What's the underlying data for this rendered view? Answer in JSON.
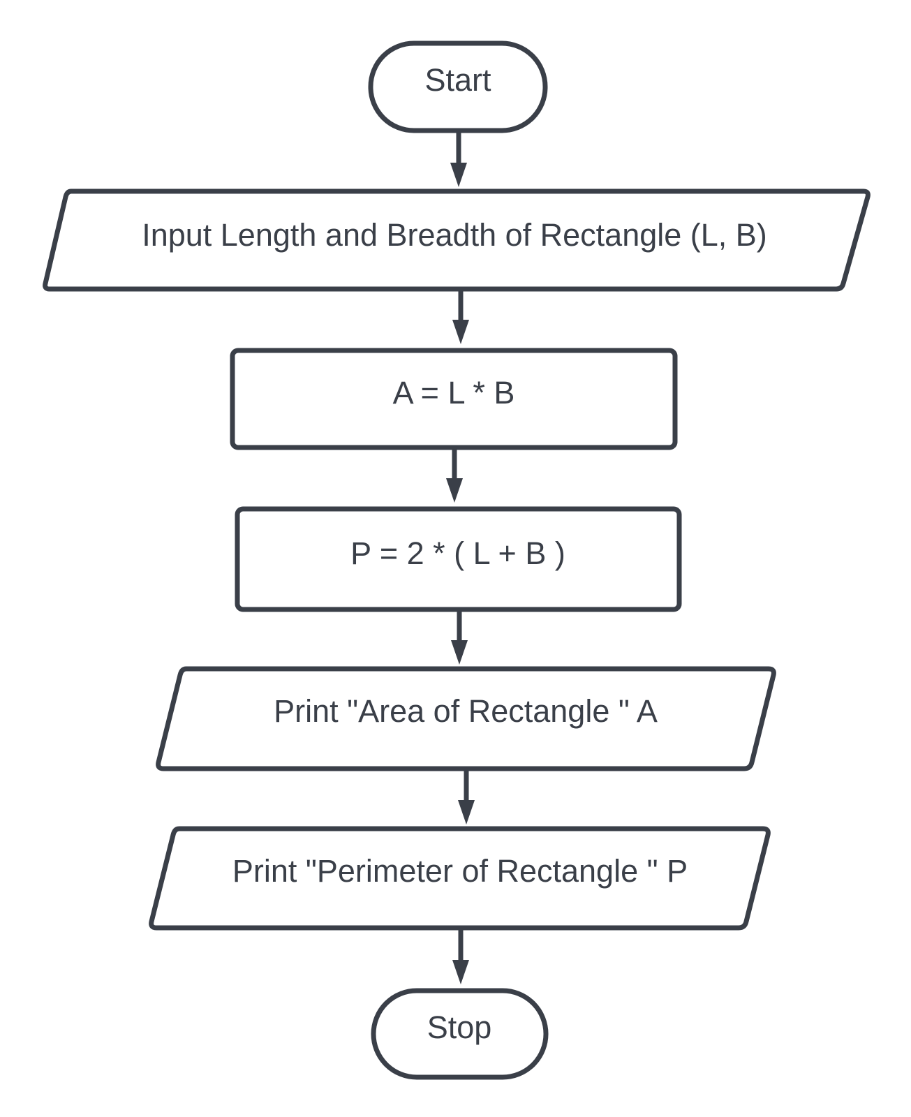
{
  "diagram": {
    "type": "flowchart",
    "colors": {
      "stroke": "#3a3f48",
      "text": "#3a3f48",
      "fill": "#ffffff",
      "background": "#ffffff"
    },
    "nodes": [
      {
        "id": "start",
        "shape": "terminator",
        "label": "Start"
      },
      {
        "id": "input",
        "shape": "parallelogram",
        "label": "Input Length and Breadth of Rectangle (L, B)"
      },
      {
        "id": "area",
        "shape": "process",
        "label": "A = L * B"
      },
      {
        "id": "perimeter",
        "shape": "process",
        "label": "P = 2 * ( L + B )"
      },
      {
        "id": "print-area",
        "shape": "parallelogram",
        "label": "Print \"Area of Rectangle \" A"
      },
      {
        "id": "print-perimeter",
        "shape": "parallelogram",
        "label": "Print \"Perimeter of Rectangle \" P"
      },
      {
        "id": "stop",
        "shape": "terminator",
        "label": "Stop"
      }
    ],
    "edges": [
      {
        "from": "start",
        "to": "input"
      },
      {
        "from": "input",
        "to": "area"
      },
      {
        "from": "area",
        "to": "perimeter"
      },
      {
        "from": "perimeter",
        "to": "print-area"
      },
      {
        "from": "print-area",
        "to": "print-perimeter"
      },
      {
        "from": "print-perimeter",
        "to": "stop"
      }
    ]
  }
}
